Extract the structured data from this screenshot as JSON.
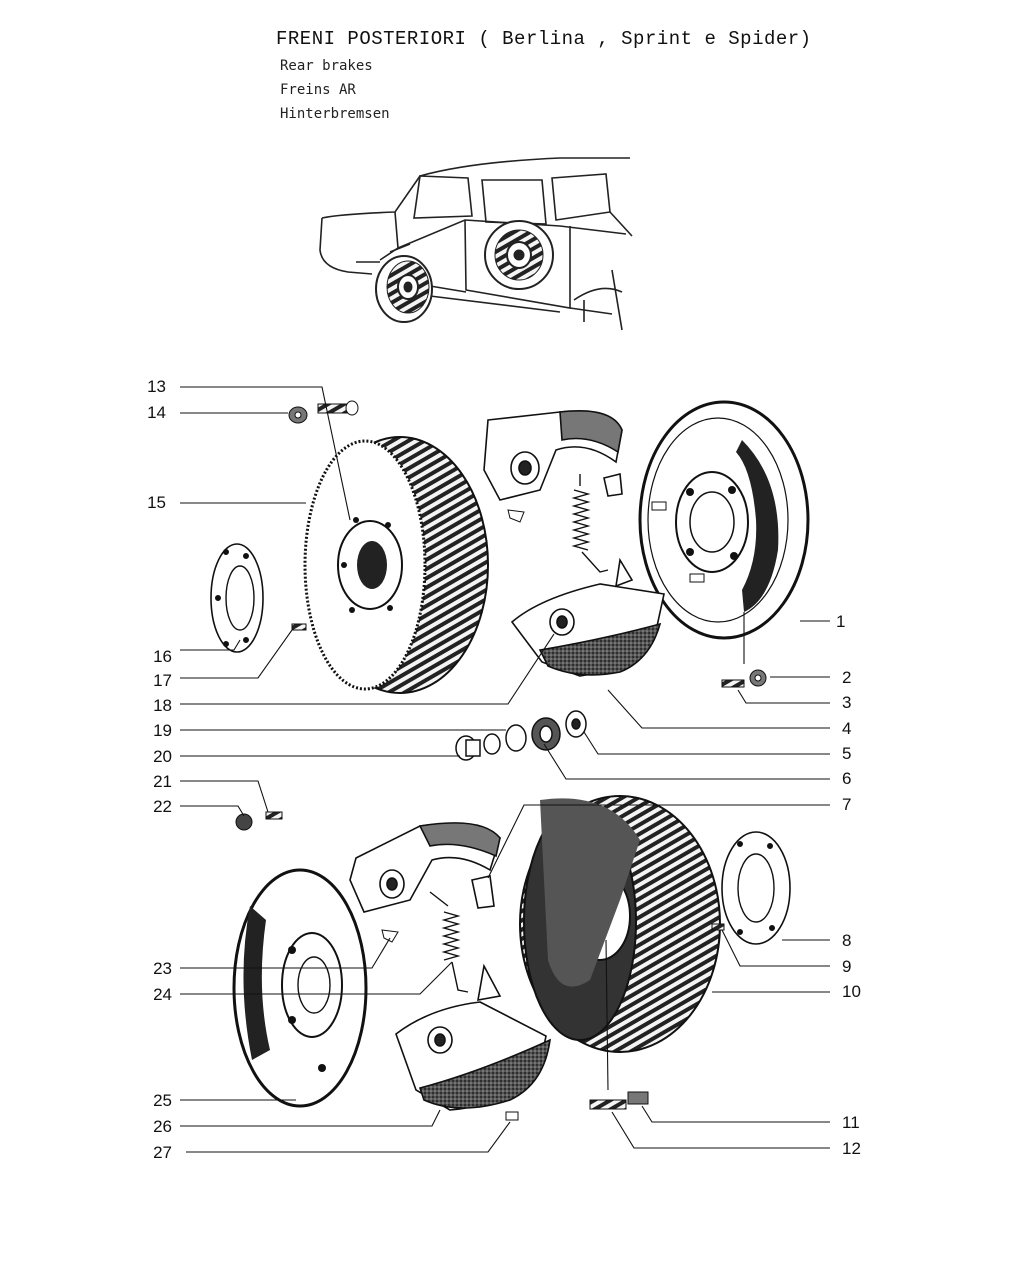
{
  "header": {
    "title": "FRENI POSTERIORI ( Berlina , Sprint e Spider)",
    "subtitle_en": "Rear brakes",
    "subtitle_fr": "Freins AR",
    "subtitle_de": "Hinterbremsen"
  },
  "callouts": {
    "c1": "1",
    "c2": "2",
    "c3": "3",
    "c4": "4",
    "c5": "5",
    "c6": "6",
    "c7": "7",
    "c8": "8",
    "c9": "9",
    "c10": "10",
    "c11": "11",
    "c12": "12",
    "c13": "13",
    "c14": "14",
    "c15": "15",
    "c16": "16",
    "c17": "17",
    "c18": "18",
    "c19": "19",
    "c20": "20",
    "c21": "21",
    "c22": "22",
    "c23": "23",
    "c24": "24",
    "c25": "25",
    "c26": "26",
    "c27": "27"
  },
  "icons": {
    "car": "car-outline-icon",
    "drum": "brake-drum-icon",
    "backplate": "backing-plate-icon",
    "shoe": "brake-shoe-icon",
    "spring": "return-spring-icon"
  }
}
